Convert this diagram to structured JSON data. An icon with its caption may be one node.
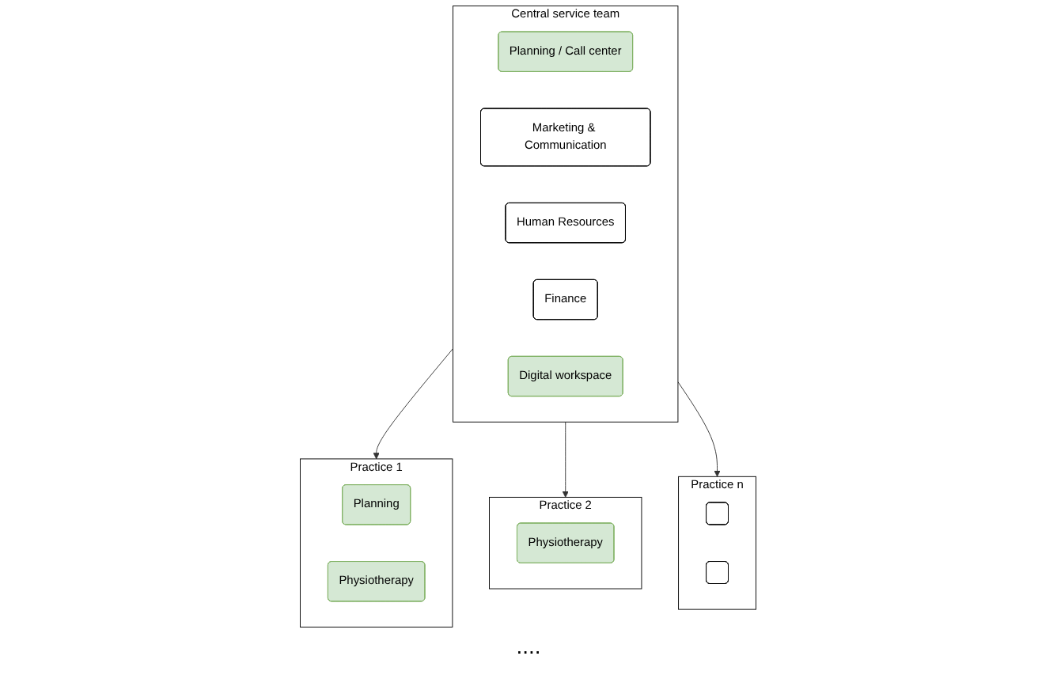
{
  "diagram": {
    "nodes": [
      {
        "text": [
          "Central service team"
        ]
      },
      {
        "text": [
          "Planning / Call center"
        ],
        "in": 0
      },
      {
        "text": [
          "Marketing & Communication"
        ],
        "in": 0
      },
      {
        "text": [
          "Human Resources"
        ],
        "in": 0
      },
      {
        "text": [
          "Finance"
        ],
        "in": 0
      },
      {
        "text": [
          "Digital workspace"
        ],
        "in": 0
      },
      {
        "text": [
          "Practice 1"
        ]
      },
      {
        "text": [
          "Planning"
        ],
        "in": 6
      },
      {
        "text": [
          "Physiotherapy"
        ],
        "in": 6
      },
      {
        "text": [
          "Practice 2"
        ]
      },
      {
        "text": [
          "Physiotherapy"
        ],
        "in": 9
      },
      {
        "text": [
          "Practice n"
        ]
      },
      {
        "text": [],
        "shape": "box",
        "in": 11
      },
      {
        "text": [],
        "shape": "box",
        "in": 11
      }
    ],
    "edges": [
      {
        "from": 0,
        "to": 6,
        "arrow": "to"
      },
      {
        "from": 0,
        "to": 9,
        "arrow": "to"
      },
      {
        "from": 0,
        "to": 11,
        "arrow": "to"
      }
    ],
    "labels": [
      "...."
    ]
  }
}
